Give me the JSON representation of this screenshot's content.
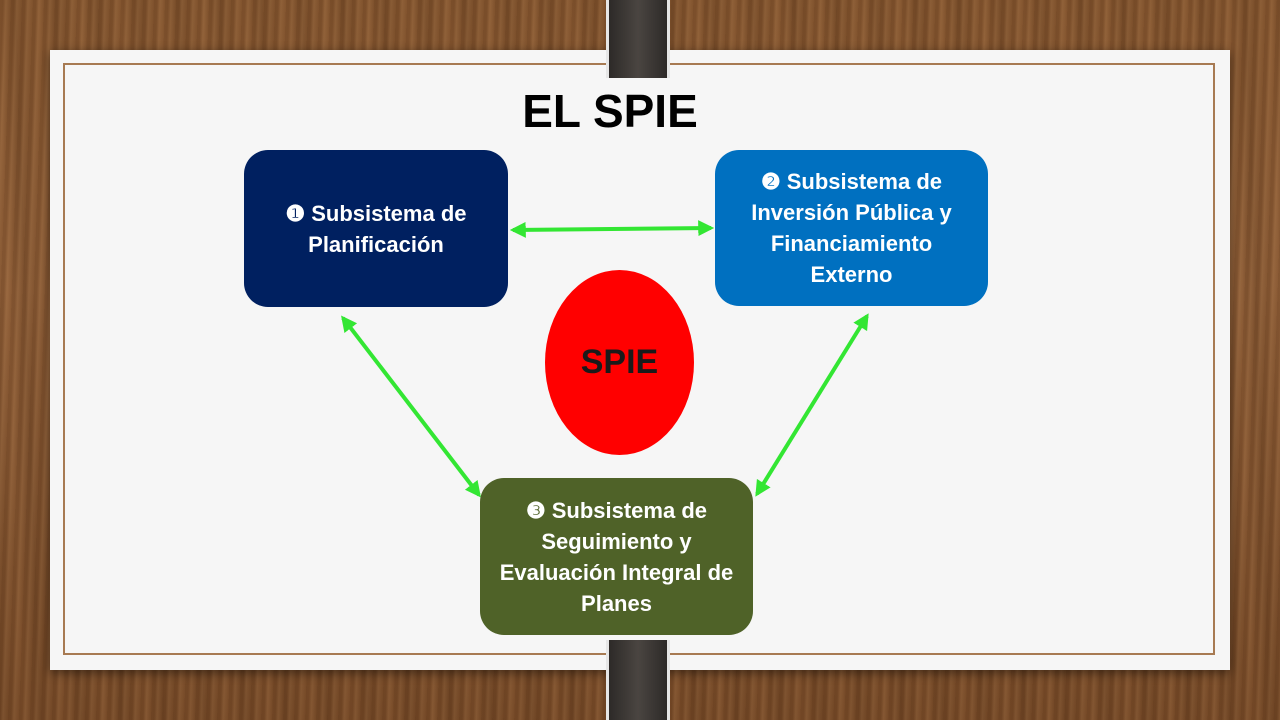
{
  "title": "EL SPIE",
  "center": {
    "label": "SPIE"
  },
  "subsystems": [
    {
      "marker": "❶",
      "label": "Subsistema de Planificación"
    },
    {
      "marker": "❷",
      "label": "Subsistema de Inversión Pública y Financiamiento Externo"
    },
    {
      "marker": "❸",
      "label": "Subsistema de Seguimiento y Evaluación Integral de Planes"
    }
  ],
  "colors": {
    "planificacion": "#002060",
    "inversion": "#0070c0",
    "seguimiento": "#4f6228",
    "center": "#ff0000",
    "arrows": "#33e633"
  }
}
